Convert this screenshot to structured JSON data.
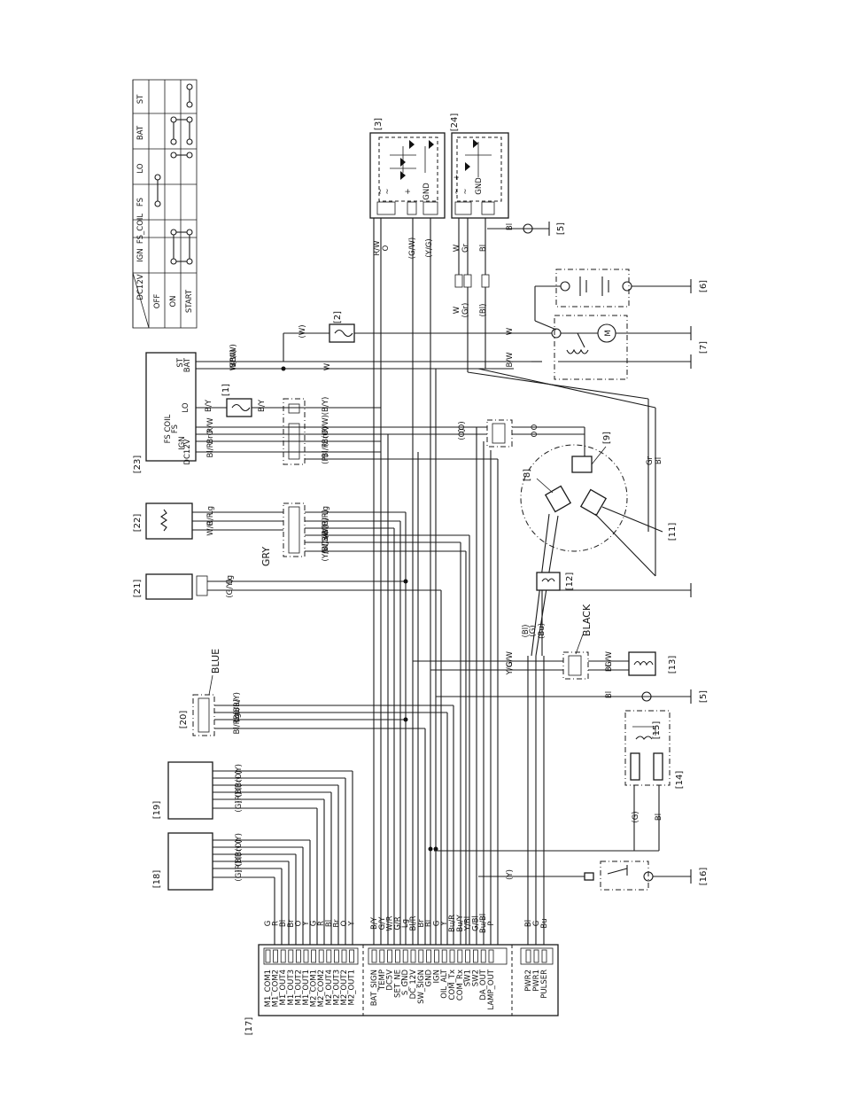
{
  "switch_table": {
    "columns": [
      "DC12V",
      "IGN",
      "FS_COIL",
      "FS",
      "LO",
      "BAT",
      "ST"
    ],
    "rows": [
      "OFF",
      "ON",
      "START"
    ]
  },
  "refs": {
    "r1": "[1]",
    "r2": "[2]",
    "r3": "[3]",
    "r5a": "[5]",
    "r5b": "[5]",
    "r6": "[6]",
    "r7": "[7]",
    "r8": "[8]",
    "r9": "[9]",
    "r11": "[11]",
    "r12": "[12]",
    "r13": "[13]",
    "r14": "[14]",
    "r15": "[15]",
    "r16": "[16]",
    "r17": "[17]",
    "r18": "[18]",
    "r19": "[19]",
    "r20": "[20]",
    "r21": "[21]",
    "r22": "[22]",
    "r23": "[23]",
    "r24": "[24]"
  },
  "connector_labels": {
    "blue": "BLUE",
    "gry": "GRY",
    "black": "BLACK"
  },
  "ecu_pins_group1": [
    "M1_COM1",
    "M1_COM2",
    "M1_OUT4",
    "M1_OUT3",
    "M1_OUT2",
    "M1_OUT1",
    "M2_COM1",
    "M2_COM2",
    "M2_OUT4",
    "M2_OUT3",
    "M2_OUT2",
    "M2_OUT1"
  ],
  "ecu_wires_group1": [
    "G",
    "R",
    "Bl",
    "Br",
    "O",
    "Y",
    "G",
    "R",
    "Bl",
    "Br",
    "O",
    "Y"
  ],
  "ecu_pins_group2": [
    "BAT_SIGN",
    "TEMP",
    "DC5V",
    "SET_NE",
    "S_GND",
    "DC_12V",
    "SW_SIGN",
    "GND",
    "IGN",
    "OIL_ALT",
    "COM_Tx",
    "COM_Rx",
    "SW1",
    "SW2",
    "DA_OUT",
    "LAMP_OUT"
  ],
  "ecu_wires_group2": [
    "B/Y",
    "G/Y",
    "W/R",
    "G/R",
    "Lg",
    "Bl/R",
    "Br",
    "Bl",
    "G",
    "Y",
    "Bu/R",
    "Bu/Y",
    "Y/Bl",
    "G/Bl",
    "Bu/Bl",
    "P"
  ],
  "ecu_pins_group3": [
    "PWR2",
    "PWR1",
    "PULSER"
  ],
  "ecu_wires_group3": [
    "Bl",
    "G",
    "Bu"
  ],
  "m18_wires": [
    "(Y)",
    "(O)",
    "(Br)",
    "(Bl)",
    "(R)",
    "(G)"
  ],
  "m19_wires": [
    "(Y)",
    "(O)",
    "(Br)",
    "(Bl)",
    "(R)",
    "(G)"
  ],
  "c20_wires": [
    "(Bu/Y)",
    "(Bu/R)",
    "Lg",
    "Bl/R"
  ],
  "c21_wires": [
    "Lg",
    "(G/Y)"
  ],
  "c22_wires": [
    "Lg",
    "G/R",
    "W/R"
  ],
  "c22_harness": [
    "Lg",
    "(G/R)",
    "(W/R)",
    "(G/Bl)",
    "(W/Bl)",
    "(Y/Bl)"
  ],
  "c23_pins": [
    "ST",
    "BAT",
    "LO",
    "FS",
    "FS COIL",
    "IGN",
    "DC12V"
  ],
  "c23_wires": [
    "(B/W)",
    "W",
    "B/Y",
    "R/W",
    "O",
    "Br",
    "Bl/R"
  ],
  "c23_harness": [
    "(B/Y)",
    "(R/W)",
    "(O)",
    "(Br)",
    "Bl/R",
    "(P)"
  ],
  "reg3_pins": [
    "~",
    "~",
    "+",
    "GND"
  ],
  "reg3_wires": [
    "R/W",
    "O",
    "(G/W)",
    "(Y/G)"
  ],
  "reg24_pins": [
    "~",
    "~",
    "+",
    "GND"
  ],
  "reg24_wires": [
    "W",
    "Gr",
    "Bl"
  ],
  "reg24_wires2": [
    "W",
    "(Gr)",
    "(Bl)"
  ],
  "misc_wires": {
    "w_paren": "(W)",
    "bw_paren": "(B/W)",
    "w": "W",
    "bw": "B/W",
    "w2": "W",
    "by": "B/Y",
    "o_par1": "(O)",
    "o_par2": "(O)",
    "o1": "O",
    "o2": "O",
    "bl_5a": "Bl",
    "bl_5b": "Bl",
    "gr": "Gr",
    "bl": "Bl",
    "gw": "G/W",
    "yg": "Y/G",
    "gw2": "G/W",
    "bl13": "Bl",
    "bl14": "Bl",
    "g14": "(G)",
    "y16": "(Y)",
    "bl_p": "(Bl)",
    "g_p": "(G)",
    "bu_p": "(Bu)"
  },
  "reg_labels": {
    "gnd": "GND",
    "m": "M"
  }
}
